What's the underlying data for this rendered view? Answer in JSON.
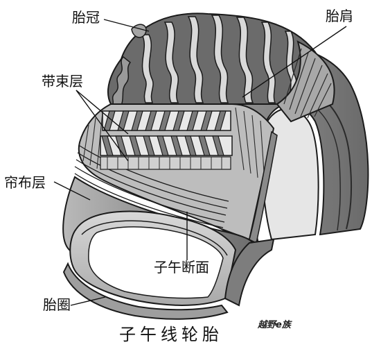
{
  "labels": {
    "crown": "胎冠",
    "shoulder": "胎肩",
    "belt": "带束层",
    "ply": "帘布层",
    "section": "子午断面",
    "bead": "胎圈"
  },
  "title": "子午线轮胎",
  "watermark": "越野e族",
  "colors": {
    "rubber_dark": "#4a4a4a",
    "rubber_mid": "#8c8c8c",
    "rubber_light": "#c8c8c8",
    "outline": "#1a1a1a",
    "background": "#ffffff"
  }
}
